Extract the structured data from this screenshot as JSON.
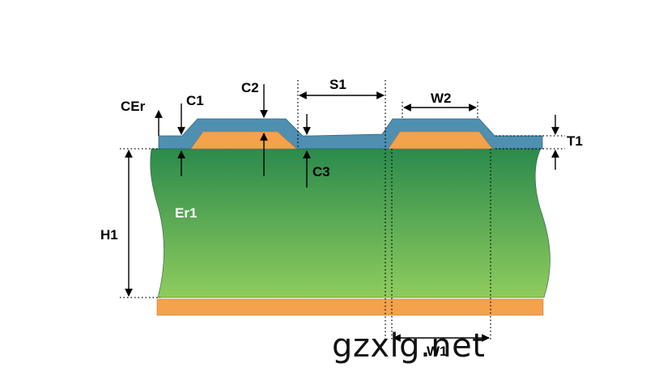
{
  "labels": {
    "cer": "CEr",
    "c1": "C1",
    "c2": "C2",
    "s1": "S1",
    "w2": "W2",
    "t1": "T1",
    "c3": "C3",
    "er1": "Er1",
    "h1": "H1",
    "w1": "W1"
  },
  "watermark": "gzxlg.net",
  "colors": {
    "coating": "#4f8fb0",
    "copper": "#f4a24c",
    "substrate_top": "#2b8a4c",
    "substrate_bottom": "#8fcc5e",
    "dimension_line": "#000000",
    "er1_text": "#ffffff"
  }
}
